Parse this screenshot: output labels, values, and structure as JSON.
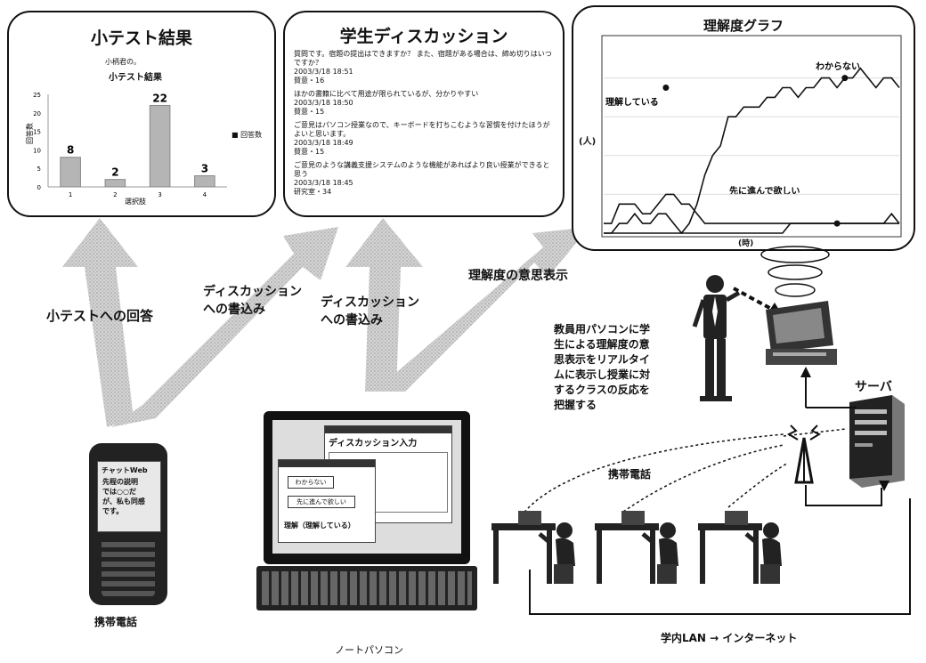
{
  "quiz_panel": {
    "title": "小テスト結果",
    "sub1": "小柄君の。",
    "sub2": "小テスト結果",
    "ylabel": "回答数",
    "xlabel": "選択肢",
    "legend": "■ 回答数"
  },
  "discussion_panel": {
    "title": "学生ディスカッション",
    "posts": [
      {
        "body": "質問です。宿題の提出はできますか？ また、宿題がある場合は、締め切りはいつですか？",
        "date": "2003/3/18 18:51",
        "meta": "賛意・16"
      },
      {
        "body": "ほかの書籍に比べて用途が限られているが、分かりやすい",
        "date": "2003/3/18 18:50",
        "meta": "賛意・15"
      },
      {
        "body": "ご意見はパソコン授業なので、キーボードを打ちこむような習慣を付けたほうがよいと思います。",
        "date": "2003/3/18 18:49",
        "meta": "賛意・15"
      },
      {
        "body": "ご意見のような講義支援システムのような機能があればより良い授業ができると思う",
        "date": "2003/3/18 18:45",
        "meta": "研究室・34"
      }
    ]
  },
  "graph_panel": {
    "title": "理解度グラフ",
    "ylabel": "(人)",
    "xlabel": "(時)",
    "ann_understand": "理解している",
    "ann_dont": "わからない",
    "ann_ahead": "先に進んで欲しい"
  },
  "chart_data": [
    {
      "type": "bar",
      "title": "小テスト結果",
      "xlabel": "選択肢",
      "ylabel": "回答数",
      "categories": [
        "1",
        "2",
        "3",
        "4"
      ],
      "values": [
        8,
        2,
        22,
        3
      ],
      "yticks": [
        "0",
        "5",
        "10",
        "15",
        "20",
        "25"
      ],
      "ylim": [
        0,
        25
      ]
    },
    {
      "type": "line",
      "title": "理解度グラフ",
      "xlabel": "(時)",
      "ylabel": "(人)",
      "ylim": [
        0,
        20
      ],
      "series": [
        {
          "name": "わからない",
          "values": [
            0,
            0,
            1,
            1,
            2,
            1,
            1,
            2,
            2,
            1,
            0,
            1,
            3,
            6,
            8,
            9,
            12,
            12,
            13,
            13,
            13,
            14,
            14,
            15,
            15,
            14,
            15,
            15,
            16,
            16,
            15,
            16,
            16,
            17,
            16,
            15,
            16,
            16,
            15
          ]
        },
        {
          "name": "理解している",
          "values": [
            1,
            1,
            3,
            3,
            3,
            2,
            2,
            3,
            4,
            4,
            3,
            3,
            2,
            1,
            1,
            1,
            1,
            1,
            1,
            1,
            1,
            1,
            1,
            1,
            1,
            1,
            1,
            1,
            1,
            1,
            1,
            1,
            1,
            1,
            1,
            1,
            1,
            1,
            1
          ]
        },
        {
          "name": "先に進んで欲しい",
          "values": [
            0,
            0,
            0,
            0,
            0,
            0,
            0,
            0,
            0,
            0,
            0,
            0,
            0,
            0,
            0,
            0,
            0,
            0,
            0,
            0,
            0,
            0,
            0,
            0,
            1,
            1,
            1,
            1,
            1,
            1,
            1,
            1,
            1,
            1,
            1,
            1,
            1,
            2,
            1
          ]
        }
      ]
    }
  ],
  "arrows": {
    "a1": "小テストへの回答",
    "a2_l1": "ディスカッション",
    "a2_l2": "への書込み",
    "a3_l1": "ディスカッション",
    "a3_l2": "への書込み",
    "a4": "理解度の意思表示"
  },
  "teacher_text": [
    "教員用パソコンに学",
    "生による理解度の意",
    "思表示をリアルタイ",
    "ムに表示し授業に対",
    "するクラスの反応を",
    "把握する"
  ],
  "phone": {
    "header": "チャットWeb",
    "lines": [
      "先程の説明",
      "では○○だ",
      "が、私も同感",
      "です。"
    ],
    "caption": "携帯電話"
  },
  "laptop": {
    "caption": "ノートパソコン",
    "window_title": "ディスカッション入力",
    "btn1": "わからない",
    "btn2": "先に進んで欲しい",
    "status": "理解（理解している）"
  },
  "network": {
    "server": "サーバ",
    "mobile": "携帯電話",
    "lan": "学内LAN → インターネット"
  }
}
